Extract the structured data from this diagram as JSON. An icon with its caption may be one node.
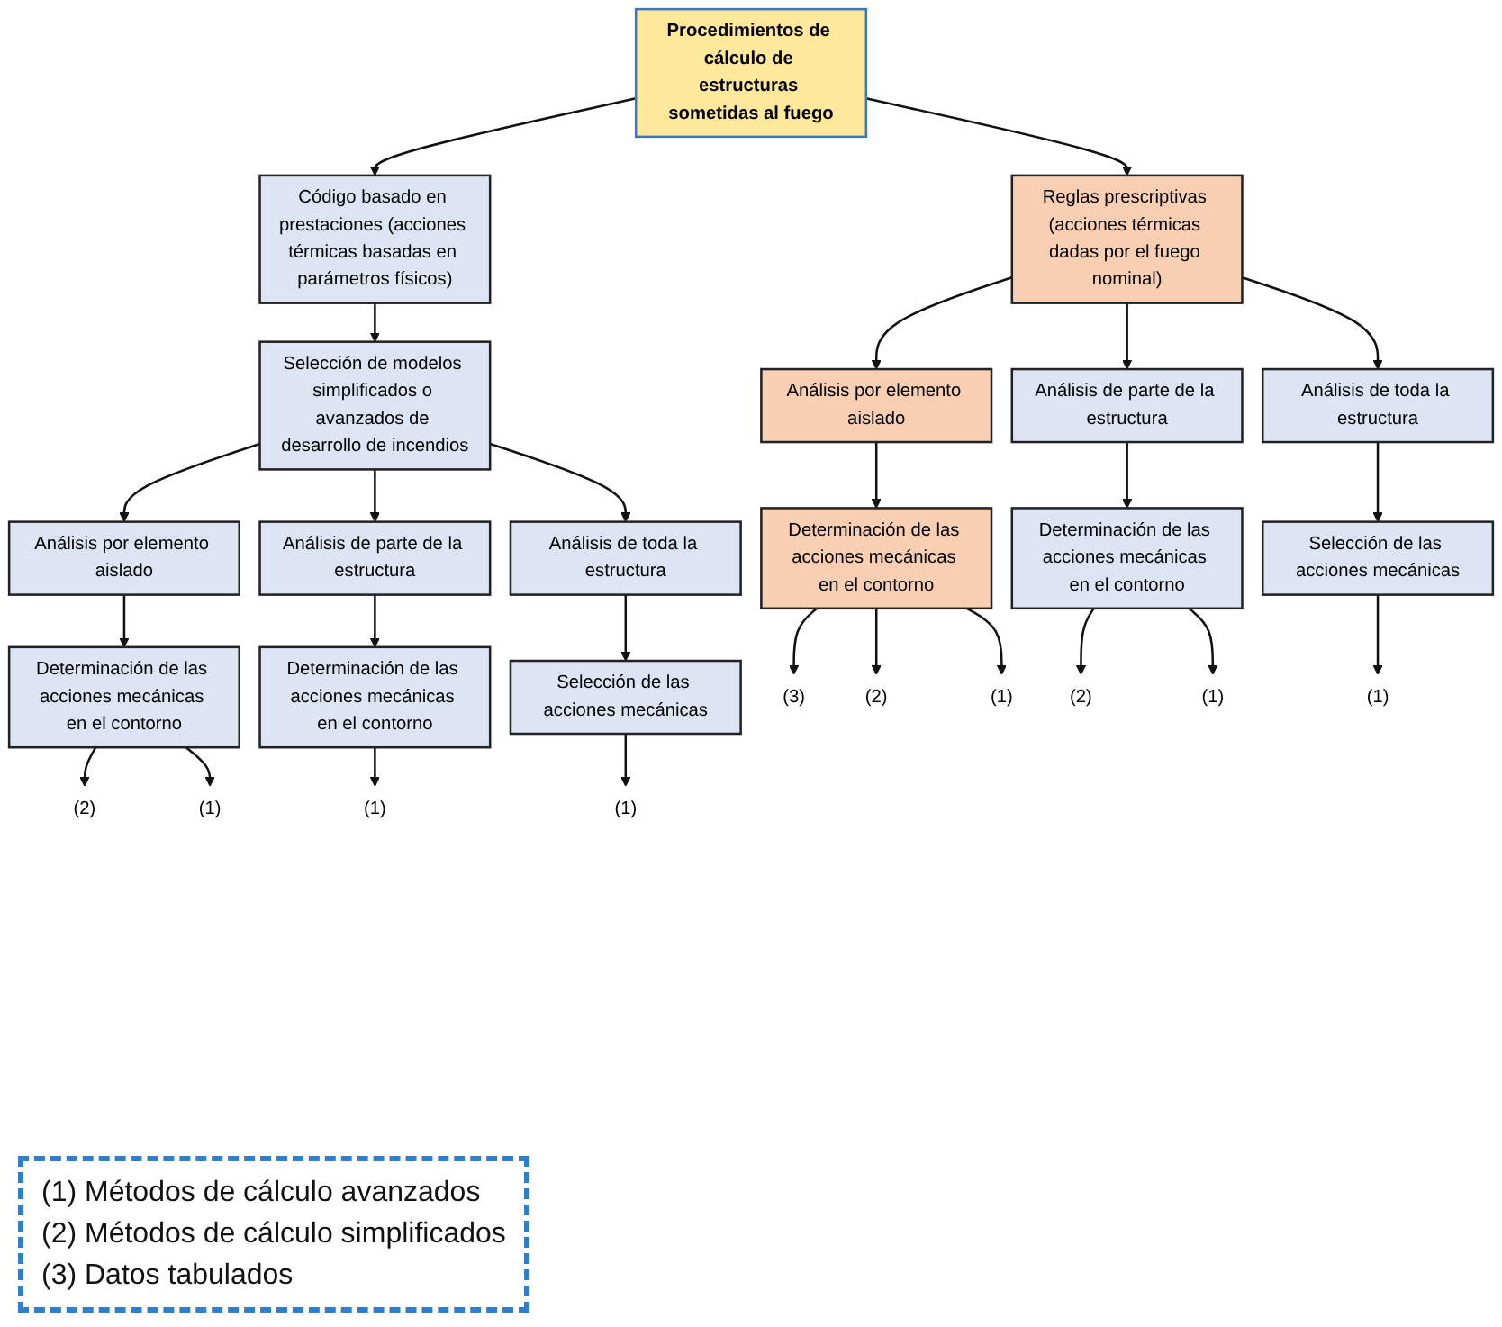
{
  "diagram": {
    "nodes": [
      {
        "text": [
          "Procedimientos de cálculo de estructuras sometidas al fuego"
        ]
      },
      {
        "text": [
          "Reglas prescriptivas (acciones térmicas dadas por el fuego nominal)"
        ]
      },
      {
        "text": [
          "Código basado en prestaciones (acciones térmicas basadas en parámetros físicos)"
        ]
      },
      {
        "text": [
          "Análisis por elemento aislado"
        ]
      },
      {
        "text": [
          "Análisis de parte de la estructura"
        ]
      },
      {
        "text": [
          "Análisis de toda la estructura"
        ]
      },
      {
        "text": [
          "Selección de modelos simplificados o avanzados de desarrollo de incendios"
        ]
      },
      {
        "text": [
          "Determinación de las acciones mecánicas en el contorno"
        ]
      },
      {
        "text": [
          "Determinación de las acciones mecánicas en el contorno"
        ]
      },
      {
        "text": [
          "Selección de las acciones mecánicas"
        ]
      },
      {
        "text": [
          "Análisis por elemento aislado"
        ]
      },
      {
        "text": [
          "Análisis de parte de la estructura"
        ]
      },
      {
        "text": [
          "Análisis de toda la estructura"
        ]
      },
      {
        "text": [
          "Determinación de las acciones mecánicas en el contorno"
        ]
      },
      {
        "text": [
          "Determinación de las acciones mecánicas en el contorno"
        ]
      },
      {
        "text": [
          "Selección de las acciones mecánicas"
        ]
      },
      {
        "text": [
          "(3)"
        ]
      },
      {
        "text": [
          "(2)"
        ]
      },
      {
        "text": [
          "(1)"
        ]
      },
      {
        "text": [
          "(2)"
        ]
      },
      {
        "text": [
          "(1)"
        ]
      },
      {
        "text": [
          "(1)"
        ]
      },
      {
        "text": [
          "(2)"
        ]
      },
      {
        "text": [
          "(1)"
        ]
      },
      {
        "text": [
          "(1)"
        ]
      },
      {
        "text": [
          "(1)"
        ]
      }
    ],
    "edges": [
      {
        "from": 0,
        "to": 1,
        "arrow": "to"
      },
      {
        "from": 0,
        "to": 2,
        "arrow": "to"
      },
      {
        "from": 1,
        "to": 3,
        "arrow": "to"
      },
      {
        "from": 1,
        "to": 4,
        "arrow": "to"
      },
      {
        "from": 1,
        "to": 5,
        "arrow": "to"
      },
      {
        "from": 2,
        "to": 6,
        "arrow": "to"
      },
      {
        "from": 3,
        "to": 7,
        "arrow": "to"
      },
      {
        "from": 4,
        "to": 8,
        "arrow": "to"
      },
      {
        "from": 5,
        "to": 9,
        "arrow": "to"
      },
      {
        "from": 6,
        "to": 10,
        "arrow": "to"
      },
      {
        "from": 6,
        "to": 11,
        "arrow": "to"
      },
      {
        "from": 6,
        "to": 12,
        "arrow": "to"
      },
      {
        "from": 10,
        "to": 13,
        "arrow": "to"
      },
      {
        "from": 11,
        "to": 14,
        "arrow": "to"
      },
      {
        "from": 12,
        "to": 15,
        "arrow": "to"
      },
      {
        "from": 7,
        "to": 16,
        "arrow": "to"
      },
      {
        "from": 7,
        "to": 17,
        "arrow": "to"
      },
      {
        "from": 7,
        "to": 18,
        "arrow": "to"
      },
      {
        "from": 8,
        "to": 19,
        "arrow": "to"
      },
      {
        "from": 8,
        "to": 20,
        "arrow": "to"
      },
      {
        "from": 9,
        "to": 21,
        "arrow": "to"
      },
      {
        "from": 13,
        "to": 22,
        "arrow": "to"
      },
      {
        "from": 13,
        "to": 23,
        "arrow": "to"
      },
      {
        "from": 14,
        "to": 24,
        "arrow": "to"
      },
      {
        "from": 15,
        "to": 25,
        "arrow": "to"
      }
    ],
    "legend": [
      {
        "text": "(1) Métodos de cálculo avanzados"
      },
      {
        "text": "(2) Métodos de cálculo simplificados"
      },
      {
        "text": "(3) Datos tabulados"
      }
    ]
  }
}
